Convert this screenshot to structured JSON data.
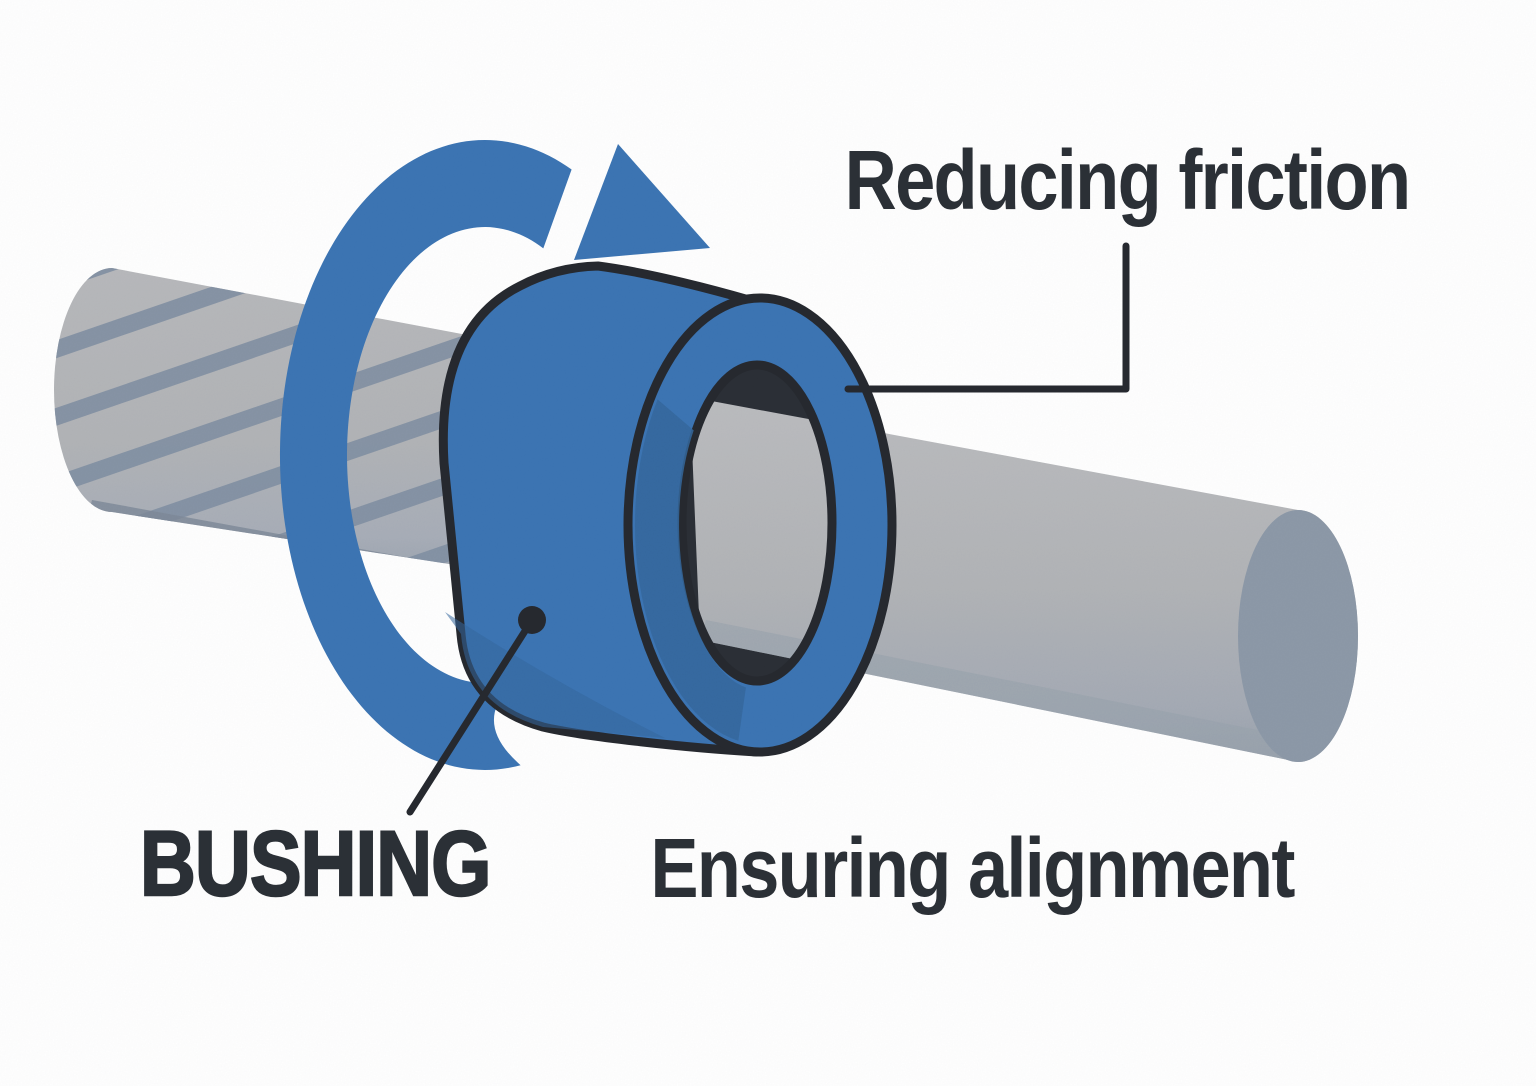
{
  "figure": {
    "subject": "bushing diagram",
    "labels": {
      "reducing_friction": "Reducing friction",
      "bushing": "BUSHING",
      "ensuring_alignment": "Ensuring alignment"
    }
  },
  "icons": {
    "rotation_arrow": "curved-rotation-arrow",
    "leader_dot": "callout-dot"
  },
  "theme": {
    "background": "#ffffff",
    "blue": "#3c75b4",
    "blue-shade": "#35689e",
    "blue-deep": "#2c5076",
    "outline": "#26292f",
    "text": "#2b3036",
    "gray-light": "#b4b6b9",
    "gray-stripe": "#8290a3",
    "gray-mid": "#9aa3ae",
    "gray-dark": "#8d99a8",
    "bore": "#2b2f36"
  }
}
